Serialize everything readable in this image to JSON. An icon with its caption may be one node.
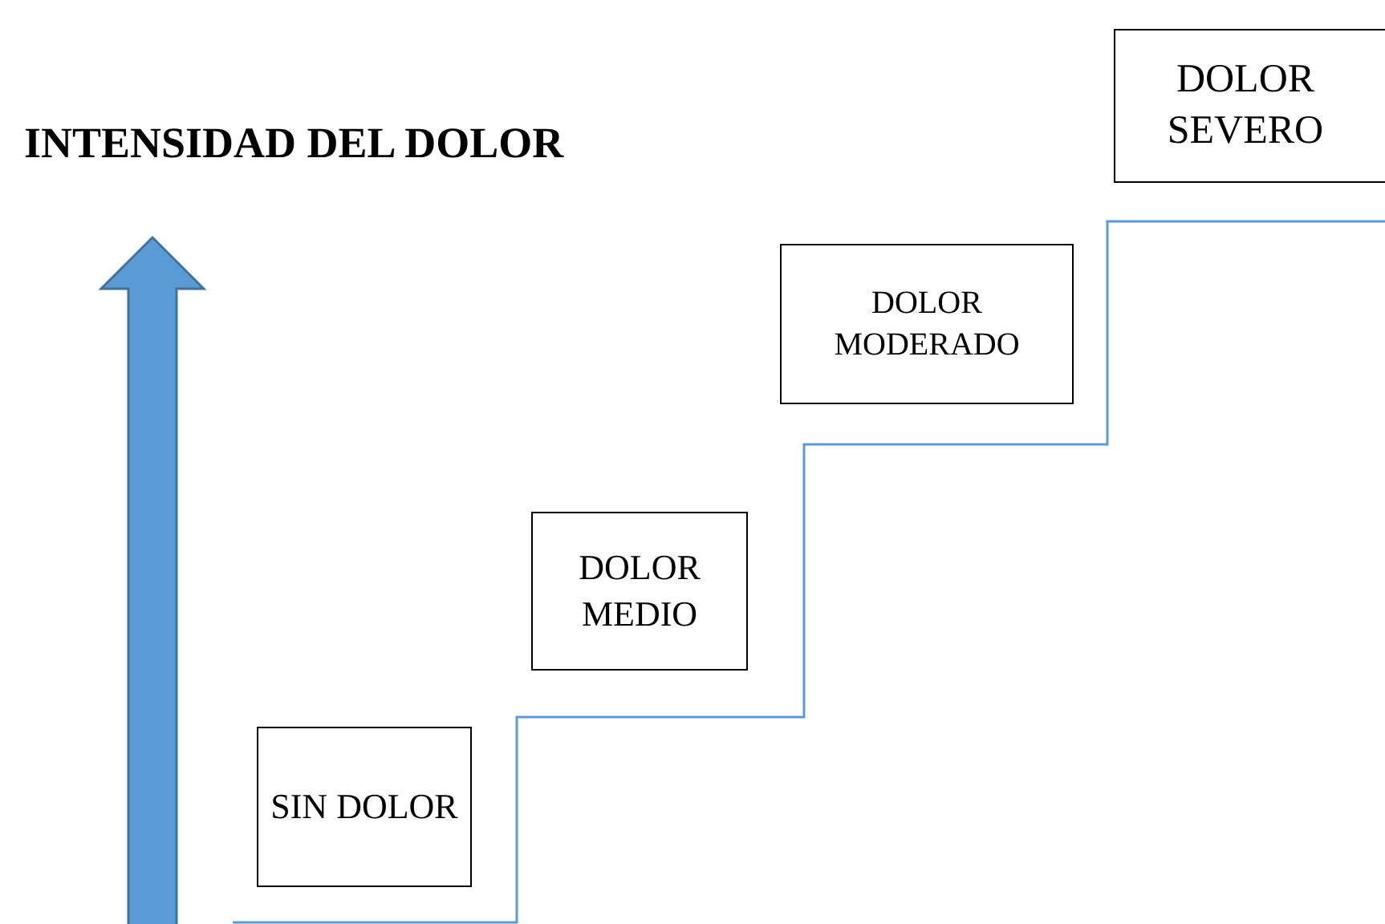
{
  "diagram": {
    "title": "INTENSIDAD DEL DOLOR",
    "nodes": [
      {
        "text": [
          "SIN DOLOR"
        ]
      },
      {
        "text": [
          "DOLOR MEDIO"
        ]
      },
      {
        "text": [
          "DOLOR MODERADO"
        ]
      },
      {
        "text": [
          "DOLOR SEVERO"
        ]
      }
    ],
    "edges": []
  }
}
